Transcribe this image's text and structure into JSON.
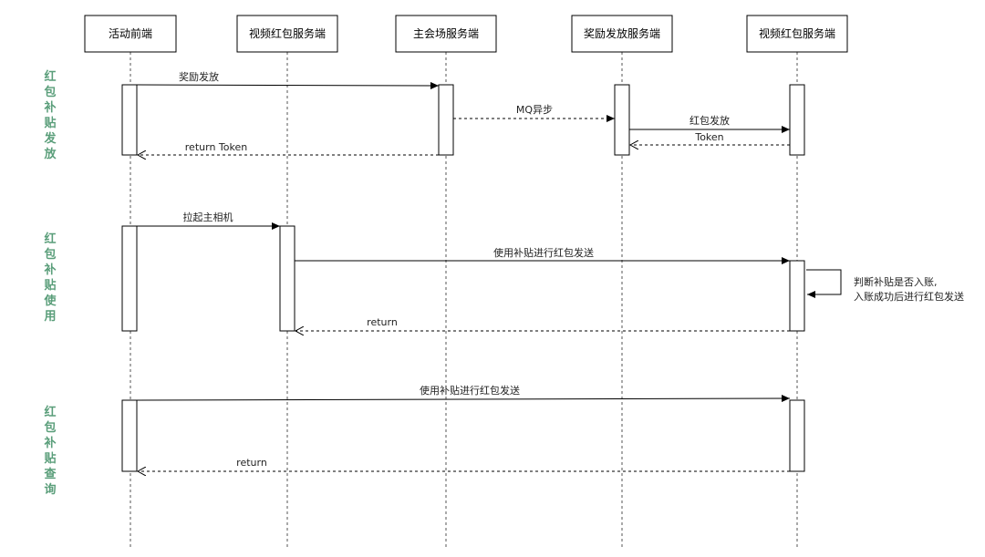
{
  "participants": [
    "活动前端",
    "视频红包服务端",
    "主会场服务端",
    "奖励发放服务端",
    "视频红包服务端"
  ],
  "sections": [
    {
      "label": "红包补贴发放"
    },
    {
      "label": "红包补贴使用"
    },
    {
      "label": "红包补贴查询"
    }
  ],
  "messages": [
    {
      "label": "奖励发放",
      "from": 0,
      "to": 2,
      "dashed": false
    },
    {
      "label": "MQ异步",
      "from": 2,
      "to": 3,
      "dashed": true
    },
    {
      "label": "红包发放",
      "from": 3,
      "to": 4,
      "dashed": false
    },
    {
      "label": "Token",
      "from": 4,
      "to": 3,
      "dashed": true
    },
    {
      "label": "return Token",
      "from": 2,
      "to": 0,
      "dashed": true
    },
    {
      "label": "拉起主相机",
      "from": 0,
      "to": 1,
      "dashed": false
    },
    {
      "label": "使用补贴进行红包发送",
      "from": 1,
      "to": 4,
      "dashed": false
    },
    {
      "label": "return",
      "from": 4,
      "to": 1,
      "dashed": true
    },
    {
      "label": "使用补贴进行红包发送",
      "from": 0,
      "to": 4,
      "dashed": false
    },
    {
      "label": "return",
      "from": 4,
      "to": 0,
      "dashed": true
    }
  ],
  "self_note": [
    "判断补贴是否入账,",
    "入账成功后进行红包发送"
  ],
  "colors": {
    "section_text": "#5a9e7a",
    "line": "#000000",
    "lifeline": "#555555"
  }
}
